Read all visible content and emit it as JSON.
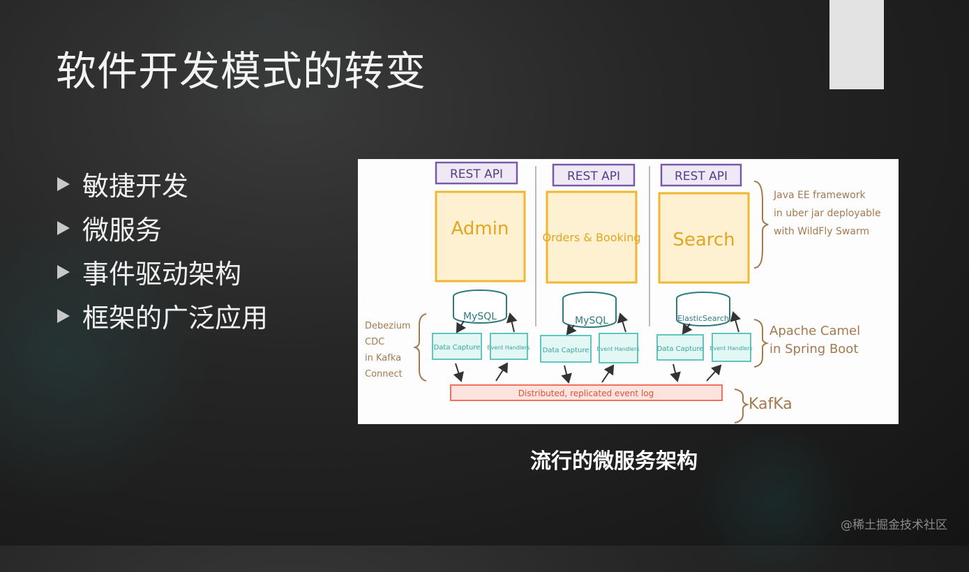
{
  "slide": {
    "title": "软件开发模式的转变",
    "bullets": [
      "敏捷开发",
      "微服务",
      "事件驱动架构",
      "框架的广泛应用"
    ],
    "caption": "流行的微服务架构",
    "watermark": "@稀土掘金技术社区"
  },
  "diagram": {
    "columns": [
      {
        "api": "REST API",
        "service": "Admin",
        "db": "MySQL",
        "capture": "Data Capture",
        "handlers": "Event Handlers"
      },
      {
        "api": "REST API",
        "service": "Orders & Booking",
        "db": "MySQL",
        "capture": "Data Capture",
        "handlers": "Event Handlers"
      },
      {
        "api": "REST API",
        "service": "Search",
        "db": "ElasticSearch",
        "capture": "Data Capture",
        "handlers": "Event Handlers"
      }
    ],
    "notes": {
      "java_ee": [
        "Java EE framework",
        "in uber jar deployable",
        "with WildFly Swarm"
      ],
      "camel": [
        "Apache Camel",
        "in Spring Boot"
      ],
      "debezium": [
        "Debezium",
        "CDC",
        "in Kafka",
        "Connect"
      ],
      "kafka": "KafKa"
    },
    "log_label": "Distributed, replicated event log",
    "colors": {
      "api": "#7a5aa8",
      "service": "#f0b733",
      "db": "#2d7a80",
      "capture": "#5fc6bf",
      "log": "#f2705e",
      "note": "#a37a4e"
    }
  }
}
